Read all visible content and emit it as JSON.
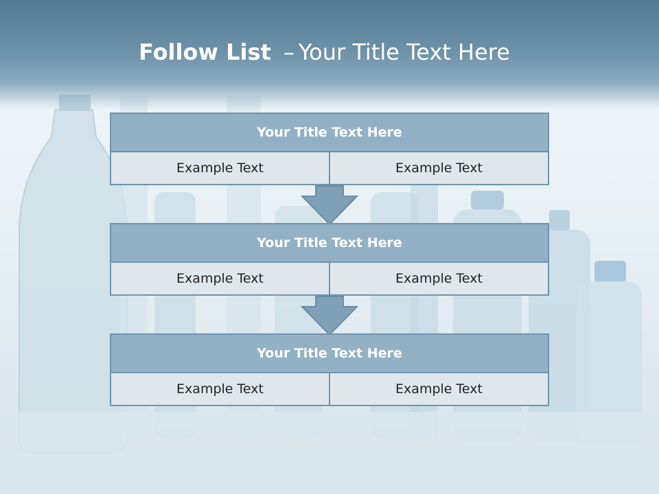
{
  "slide": {
    "title_bold": "Follow List",
    "title_dash": "–",
    "title_rest": "Your Title Text Here"
  },
  "steps": [
    {
      "title": "Your Title Text Here",
      "left": "Example Text",
      "right": "Example Text"
    },
    {
      "title": "Your Title Text Here",
      "left": "Example Text",
      "right": "Example Text"
    },
    {
      "title": "Your Title Text Here",
      "left": "Example Text",
      "right": "Example Text"
    }
  ],
  "colors": {
    "header": "#5f859c",
    "panel_header": "#93b1c4",
    "panel_cell": "#dfe7ed",
    "border": "#6f93ab",
    "arrow": "#7fa0b6"
  },
  "background_image": "bottled-water-photo"
}
